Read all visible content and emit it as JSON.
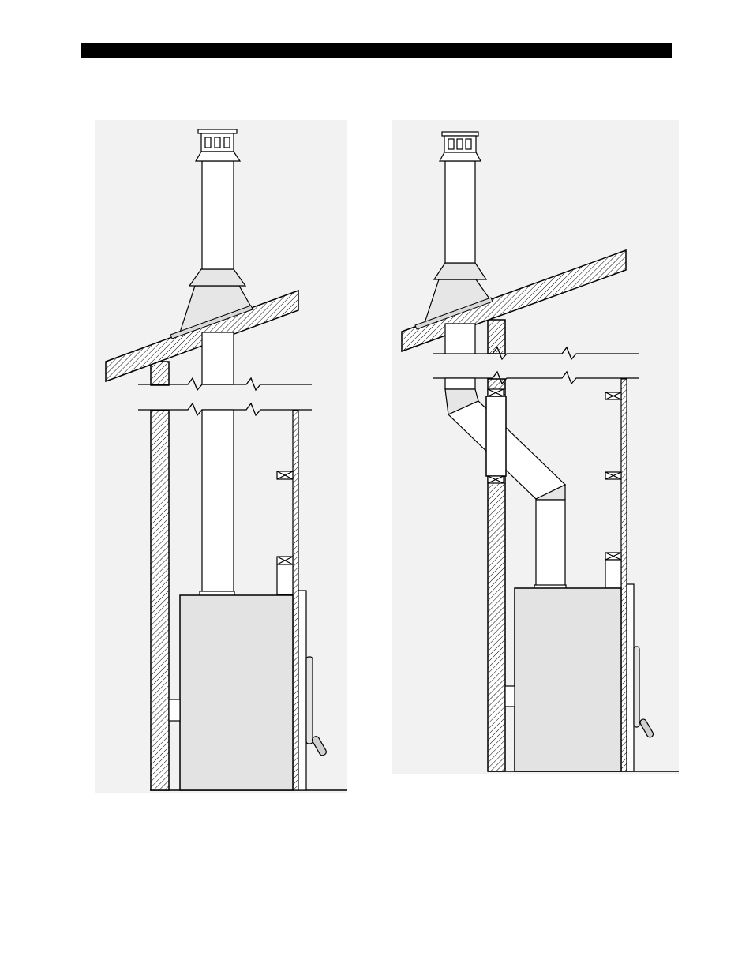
{
  "page": {
    "background": "#ffffff",
    "header_bar_color": "#000000"
  },
  "figure": {
    "left_panel": {
      "installation": "straight-vertical-flue",
      "components": [
        "chimney-cap-icon",
        "flue-pipe",
        "roof-flashing-icon",
        "roof-hatched",
        "ceiling-break-lines",
        "wall-hatched",
        "floor-joist-blocks",
        "stove-body",
        "stove-door-handle-icon"
      ]
    },
    "right_panel": {
      "installation": "offset-flue-with-elbows",
      "components": [
        "chimney-cap-icon",
        "flue-pipe",
        "roof-flashing-icon",
        "roof-hatched",
        "ceiling-break-lines",
        "offset-elbow-pipe",
        "wall-hatched",
        "floor-joist-blocks",
        "stove-body",
        "stove-door-handle-icon"
      ]
    },
    "colors": {
      "panel_background": "#f2f2f2",
      "stove_fill": "#e3e3e3",
      "flashing_fill": "#e6e6e6",
      "line": "#000000"
    }
  }
}
